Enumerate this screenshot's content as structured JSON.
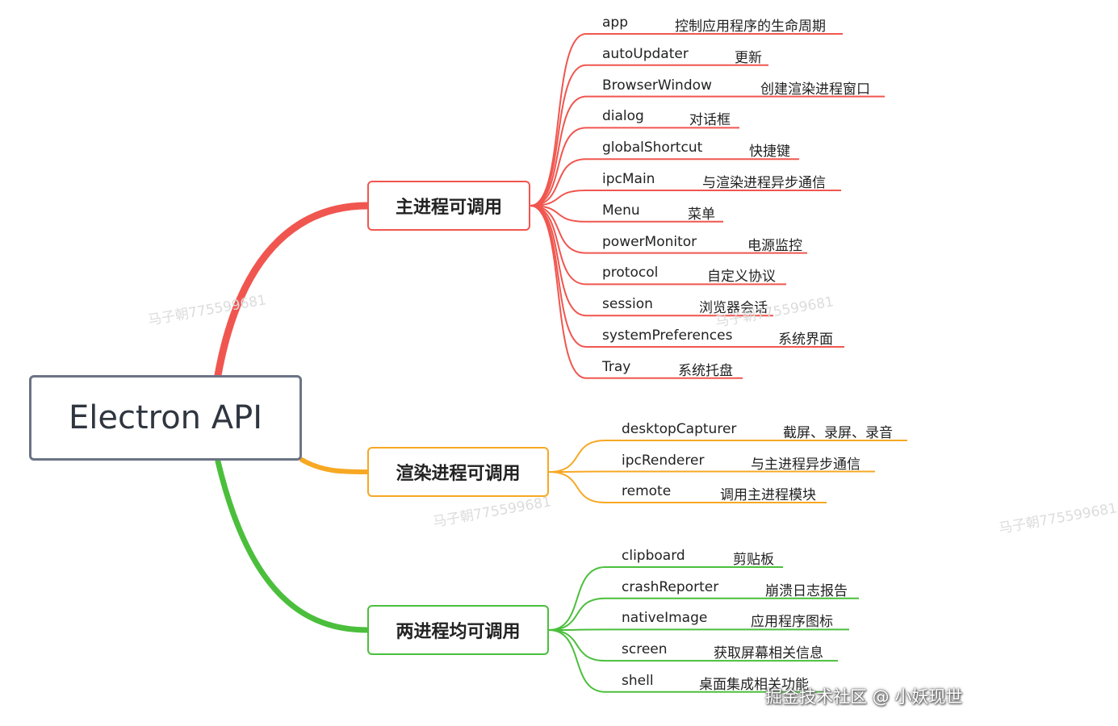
{
  "root": {
    "title": "Electron API"
  },
  "branches": [
    {
      "label": "主进程可调用",
      "color": "#f0564f",
      "items": [
        {
          "api": "app",
          "desc": "控制应用程序的生命周期"
        },
        {
          "api": "autoUpdater",
          "desc": "更新"
        },
        {
          "api": "BrowserWindow",
          "desc": "创建渲染进程窗口"
        },
        {
          "api": "dialog",
          "desc": "对话框"
        },
        {
          "api": "globalShortcut",
          "desc": "快捷键"
        },
        {
          "api": "ipcMain",
          "desc": "与渲染进程异步通信"
        },
        {
          "api": "Menu",
          "desc": "菜单"
        },
        {
          "api": "powerMonitor",
          "desc": "电源监控"
        },
        {
          "api": "protocol",
          "desc": "自定义协议"
        },
        {
          "api": "session",
          "desc": "浏览器会话"
        },
        {
          "api": "systemPreferences",
          "desc": "系统界面"
        },
        {
          "api": "Tray",
          "desc": "系统托盘"
        }
      ]
    },
    {
      "label": "渲染进程可调用",
      "color": "#f7a823",
      "items": [
        {
          "api": "desktopCapturer",
          "desc": "截屏、录屏、录音"
        },
        {
          "api": "ipcRenderer",
          "desc": "与主进程异步通信"
        },
        {
          "api": "remote",
          "desc": "调用主进程模块"
        }
      ]
    },
    {
      "label": "两进程均可调用",
      "color": "#4bbf3c",
      "items": [
        {
          "api": "clipboard",
          "desc": "剪贴板"
        },
        {
          "api": "crashReporter",
          "desc": "崩溃日志报告"
        },
        {
          "api": "nativeImage",
          "desc": "应用程序图标"
        },
        {
          "api": "screen",
          "desc": "获取屏幕相关信息"
        },
        {
          "api": "shell",
          "desc": "桌面集成相关功能"
        }
      ]
    }
  ],
  "watermarks": [
    "马子朝775599681",
    "马子朝775599681",
    "马子朝775599681",
    "马子朝775599681"
  ],
  "credit": "掘金技术社区 @ 小妖现世"
}
